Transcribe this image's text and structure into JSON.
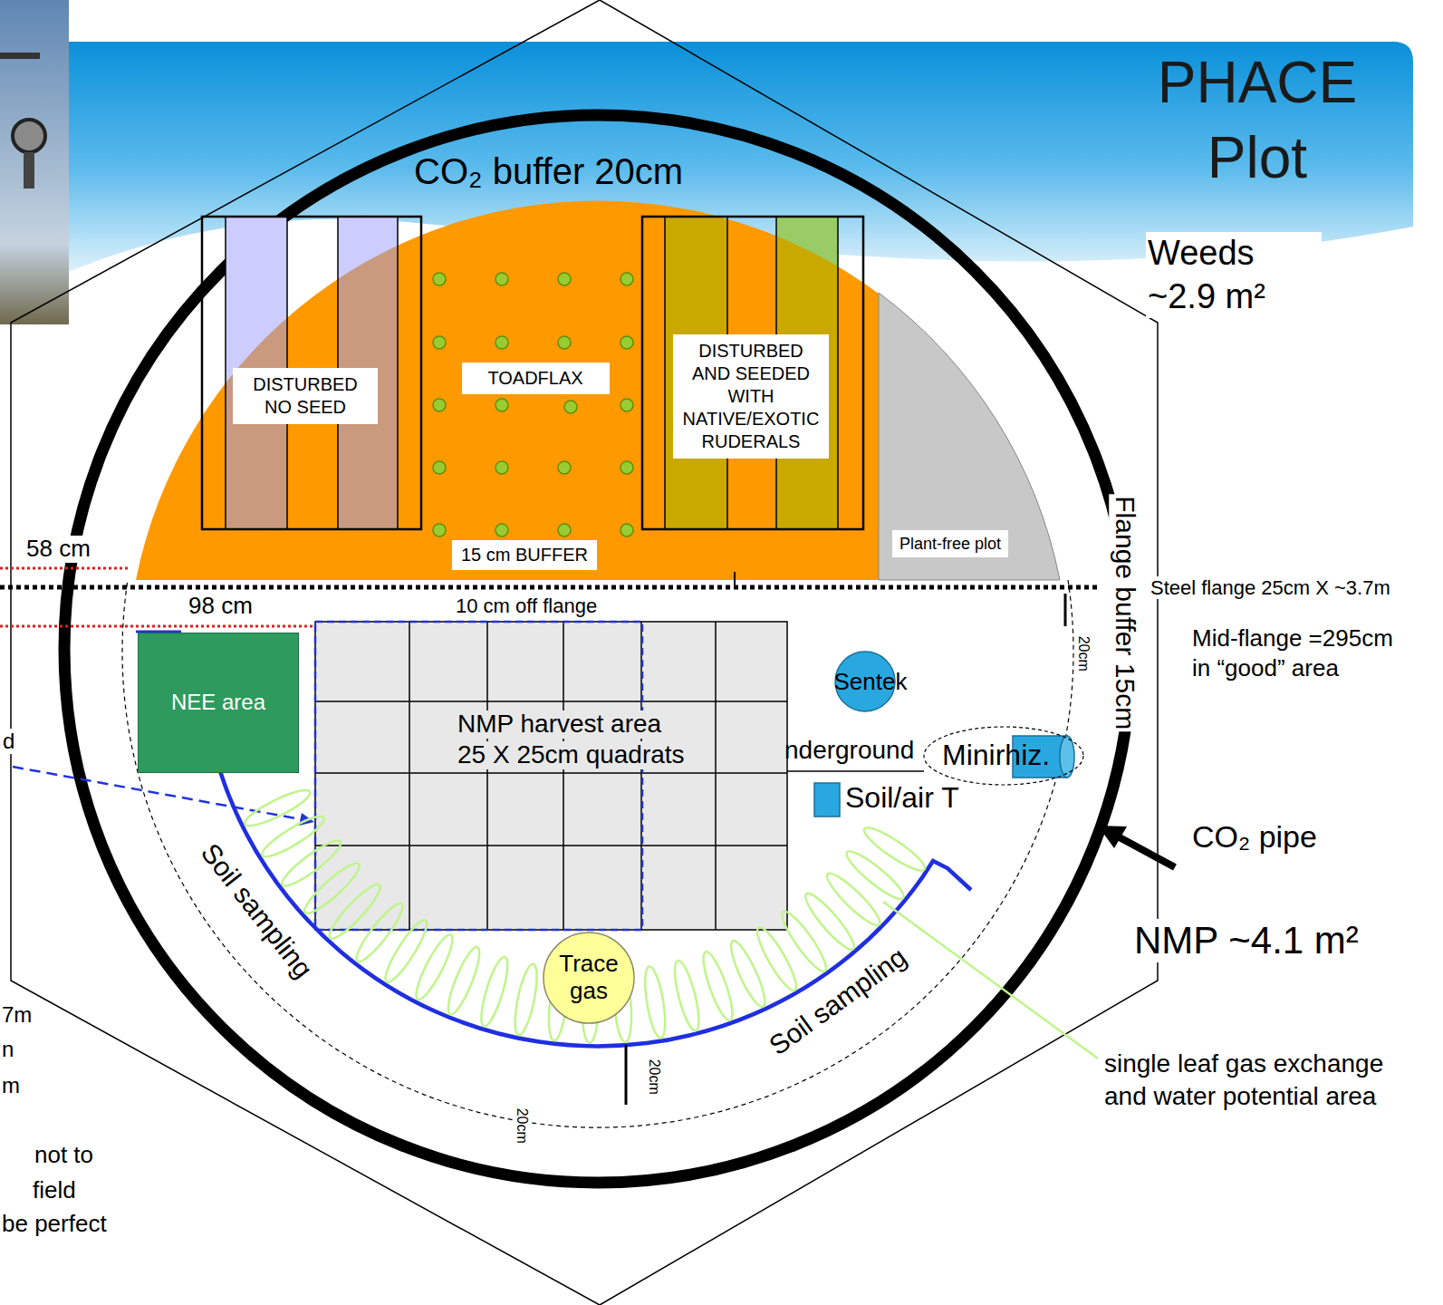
{
  "diagram": {
    "title": "PHACE Plot",
    "nodes": [
      {
        "text": [
          "DISTURBED NO SEED"
        ]
      },
      {
        "text": [
          "TOADFLAX"
        ]
      },
      {
        "text": [
          "DISTURBED AND SEEDED WITH NATIVE/EXOTIC RUDERALS"
        ]
      },
      {
        "text": [
          "15 cm BUFFER"
        ]
      },
      {
        "text": [
          "Plant-free plot"
        ]
      },
      {
        "text": [
          "NEE area"
        ]
      },
      {
        "text": [
          "NMP harvest area",
          "25 X 25cm quadrats"
        ]
      },
      {
        "text": [
          "Trace gas"
        ]
      }
    ],
    "labels": [
      "CO₂ buffer 20cm",
      "Weeds ~2.9 m²",
      "58 cm",
      "98 cm",
      "10 cm off flange",
      "Flange buffer 15cm",
      "Steel flange 25cm X ~3.7m",
      "Mid-flange =295cm in “good” area",
      "20cm",
      "20cm",
      "20cm",
      "Sentek",
      "nderground",
      "Minirhiz.",
      "Soil/air T",
      "Soil sampling",
      "Soil sampling",
      "single leaf gas exchange and water potential area",
      "CO₂ pipe",
      "NMP ~4.1 m²",
      "d",
      "7m",
      "n",
      "m",
      "not to",
      "field",
      "be perfect"
    ]
  }
}
